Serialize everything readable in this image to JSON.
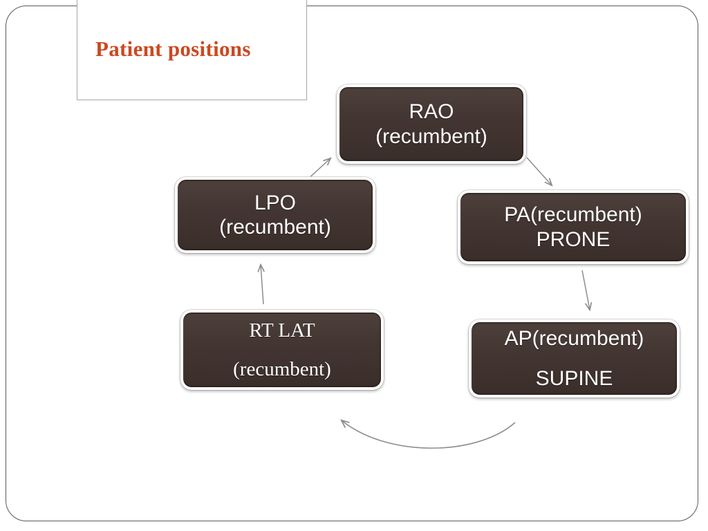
{
  "slide": {
    "title": "Patient positions",
    "title_color": "#cb4820",
    "frame_color": "#59595c",
    "node_fill": "#4c3e3a",
    "node_text_color": "#ffffff",
    "arrow_color": "#8c8c8c",
    "background": "#ffffff"
  },
  "nodes": [
    {
      "id": "rao",
      "lines": [
        "RAO",
        "(recumbent)"
      ],
      "font": "sans"
    },
    {
      "id": "lpo",
      "lines": [
        "LPO",
        "(recumbent)"
      ],
      "font": "sans"
    },
    {
      "id": "pa",
      "lines": [
        "PA(recumbent)",
        "PRONE"
      ],
      "font": "sans"
    },
    {
      "id": "rtlat",
      "lines": [
        "RT LAT",
        "(recumbent)"
      ],
      "font": "serif"
    },
    {
      "id": "ap",
      "lines": [
        "AP(recumbent)",
        "SUPINE"
      ],
      "font": "sans"
    }
  ],
  "arrows": [
    {
      "id": "lpo-to-rao",
      "from": "lpo",
      "to": "rao",
      "shape": "straight-up-right"
    },
    {
      "id": "rao-to-pa",
      "from": "rao",
      "to": "pa",
      "shape": "straight-down-right"
    },
    {
      "id": "pa-to-ap",
      "from": "pa",
      "to": "ap",
      "shape": "straight-down"
    },
    {
      "id": "ap-to-rtlat",
      "from": "ap",
      "to": "rtlat",
      "shape": "curved-arc-left"
    },
    {
      "id": "rtlat-to-lpo",
      "from": "rtlat",
      "to": "lpo",
      "shape": "straight-up"
    }
  ]
}
